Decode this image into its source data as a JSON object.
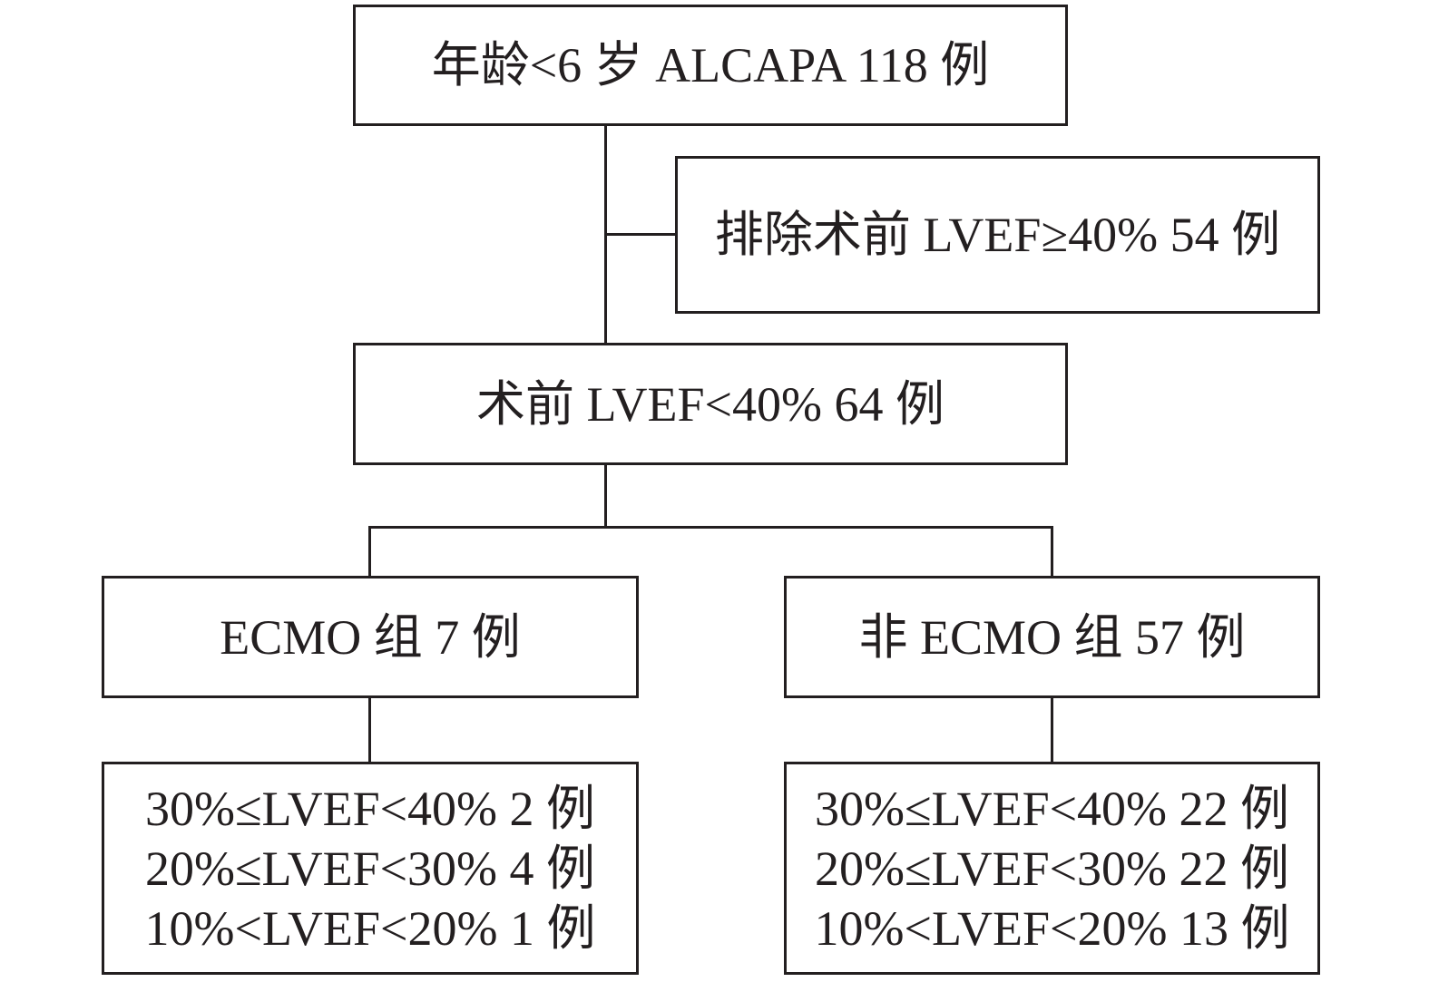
{
  "flowchart": {
    "top": "年龄<6 岁 ALCAPA 118 例",
    "excluded": "排除术前 LVEF≥40% 54 例",
    "included": "术前 LVEF<40% 64 例",
    "ecmo_group": {
      "title": "ECMO 组 7 例",
      "lines": [
        "30%≤LVEF<40% 2 例",
        "20%≤LVEF<30% 4 例",
        "10%<LVEF<20% 1 例"
      ]
    },
    "non_ecmo_group": {
      "title": "非 ECMO 组 57 例",
      "lines": [
        "30%≤LVEF<40% 22 例",
        "20%≤LVEF<30% 22 例",
        "10%<LVEF<20% 13 例"
      ]
    }
  }
}
